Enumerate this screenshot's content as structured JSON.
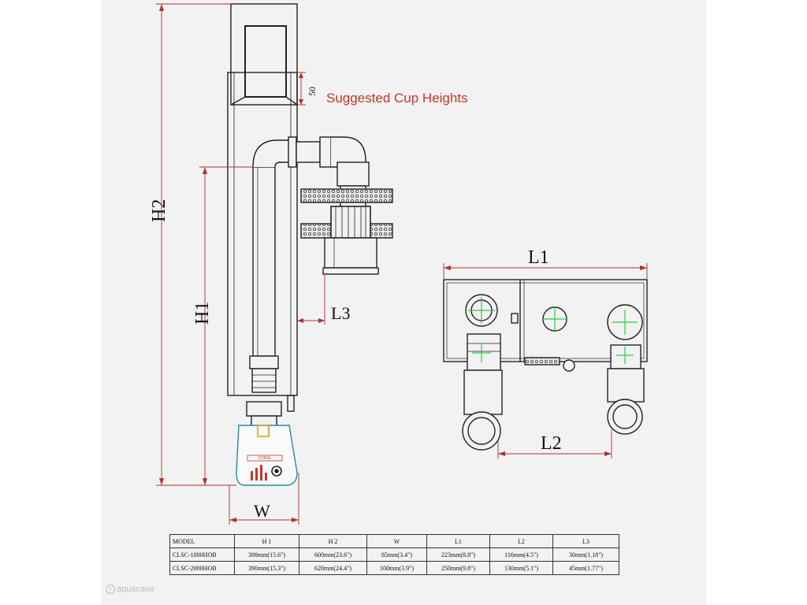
{
  "diagram": {
    "dimension_labels": {
      "h2": "H2",
      "h1": "H1",
      "l3": "L3",
      "w": "W",
      "l1": "L1",
      "l2": "L2",
      "cup_offset": "50"
    },
    "annotation": "Suggested Cup Heights",
    "pump_label": "CORAL",
    "accent_color": "#c0392b",
    "line_color": "#222222",
    "dimension_color": "#b03030",
    "crosshair_color": "#2ecc40"
  },
  "spec_table": {
    "headers": [
      "MODEL",
      "H 1",
      "H 2",
      "W",
      "L1",
      "L2",
      "L3"
    ],
    "rows": [
      [
        "CLSC-1000HOB",
        "398mm(15.6\")",
        "600mm(23.6\")",
        "85mm(3.4\")",
        "223mm(8.8\")",
        "116mm(4.5\")",
        "30mm(1.18\")"
      ],
      [
        "CLSC-2000HOB",
        "390mm(15.3\")",
        "620mm(24.4\")",
        "100mm(3.9\")",
        "250mm(9.8\")",
        "130mm(5.1\")",
        "45mm(1.77\")"
      ]
    ]
  },
  "watermark": {
    "text": "aquacave",
    "icon": "copyright-icon"
  }
}
